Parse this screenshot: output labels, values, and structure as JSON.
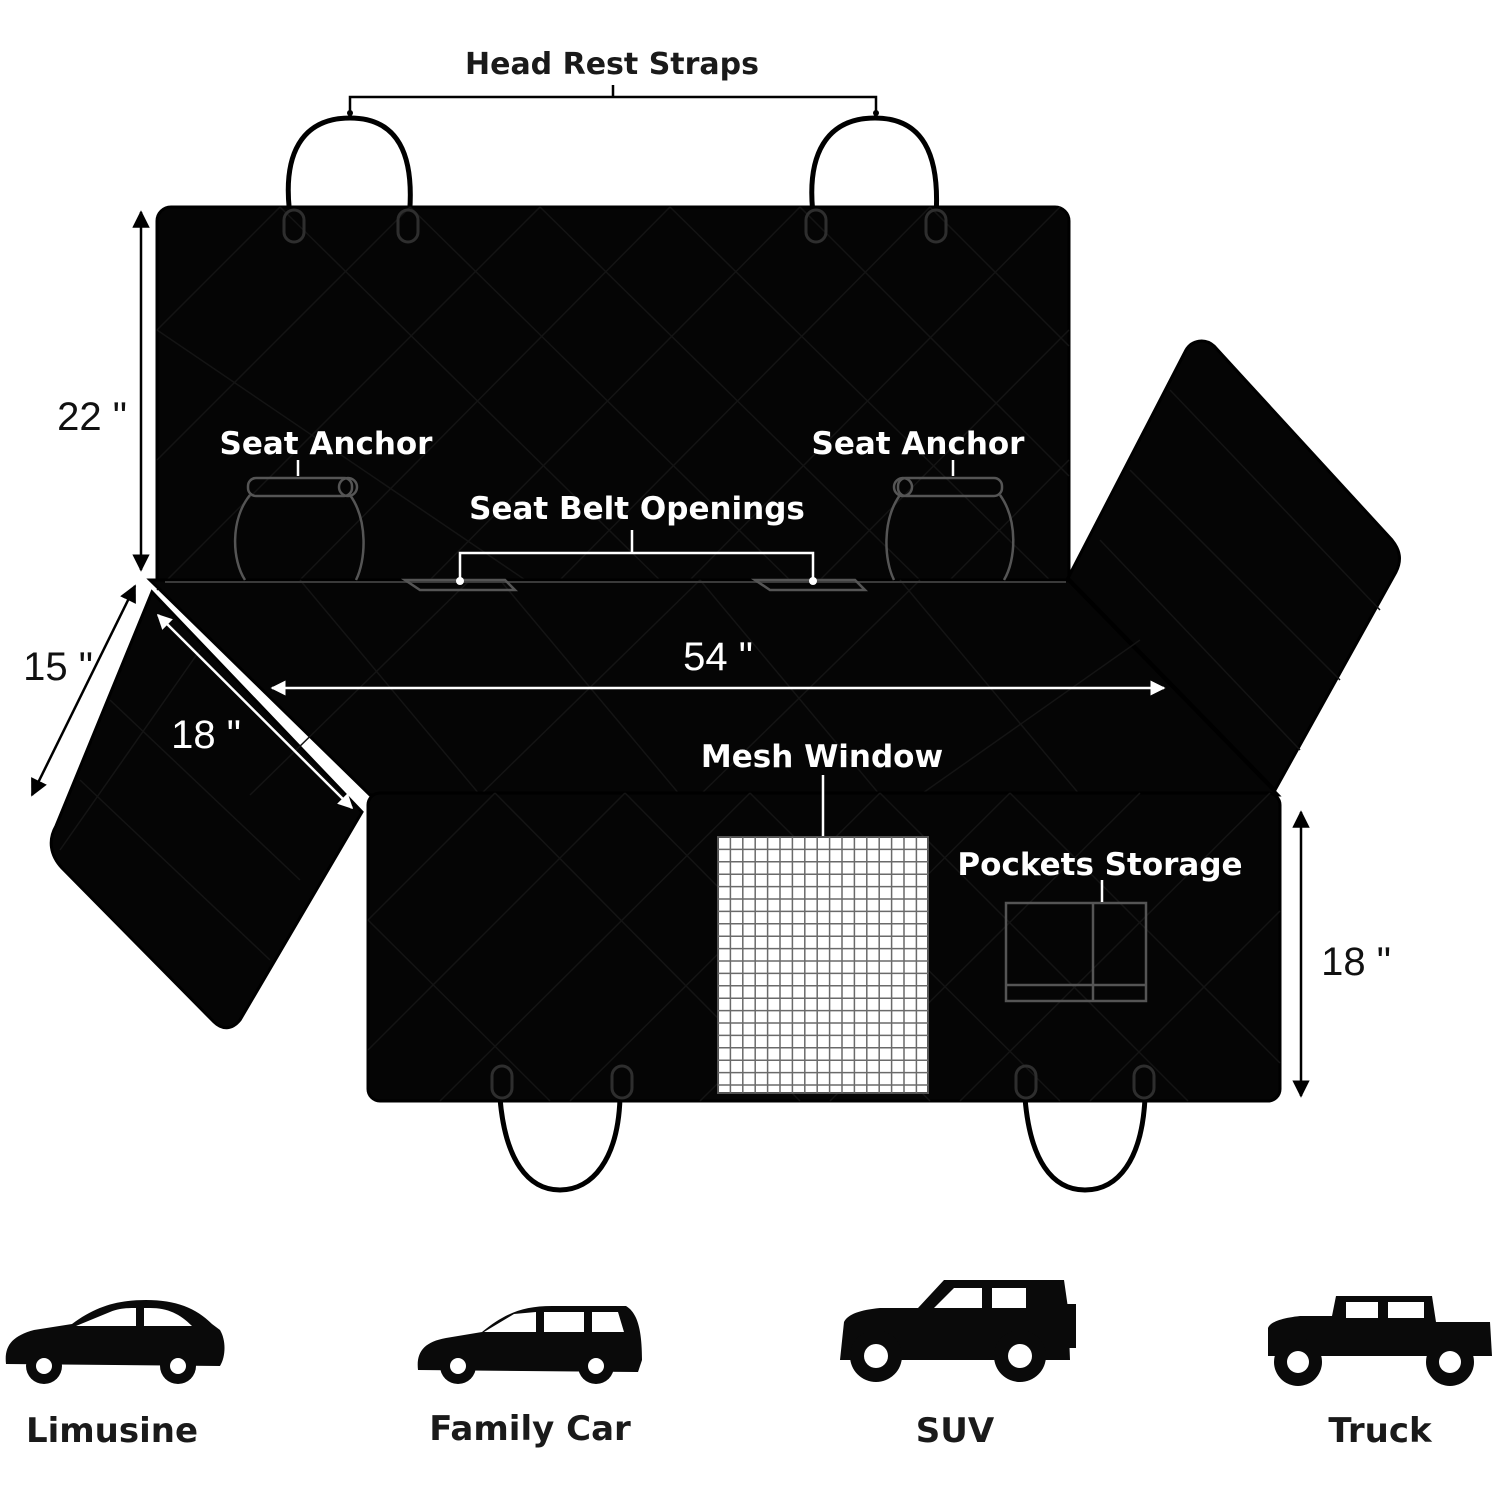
{
  "labels": {
    "head_rest_straps": "Head Rest Straps",
    "seat_anchor_left": "Seat Anchor",
    "seat_anchor_right": "Seat Anchor",
    "seat_belt_openings": "Seat Belt Openings",
    "mesh_window": "Mesh Window",
    "pockets_storage": "Pockets Storage"
  },
  "dimensions": {
    "backrest_height": "22 \"",
    "width": "54 \"",
    "side_flap_width": "15 \"",
    "side_flap_length": "18 \"",
    "front_flap_height": "18 \""
  },
  "vehicles": [
    {
      "name": "Limusine",
      "icon": "sedan-icon"
    },
    {
      "name": "Family Car",
      "icon": "hatchback-icon"
    },
    {
      "name": "SUV",
      "icon": "suv-icon"
    },
    {
      "name": "Truck",
      "icon": "pickup-truck-icon"
    }
  ],
  "colors": {
    "panel": "#050505",
    "label_text": "#ffffff",
    "background": "#ffffff"
  }
}
